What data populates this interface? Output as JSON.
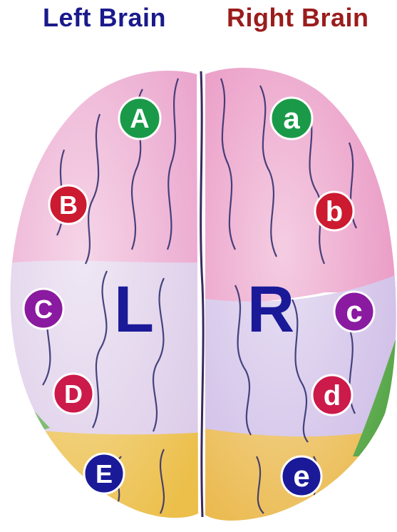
{
  "titles": {
    "left": "Left Brain",
    "right": "Right Brain",
    "left_color": "#1a1a8c",
    "right_color": "#9b1c1c"
  },
  "hemispheres": {
    "left_letter": "L",
    "right_letter": "R",
    "letter_color": "#1a1a99"
  },
  "markers": {
    "A": {
      "label": "A",
      "color": "#1a9a48"
    },
    "B": {
      "label": "B",
      "color": "#cc1a30"
    },
    "C": {
      "label": "C",
      "color": "#8a1aa0"
    },
    "D": {
      "label": "D",
      "color": "#cc1a4a"
    },
    "E": {
      "label": "E",
      "color": "#1a1a99"
    },
    "a": {
      "label": "a",
      "color": "#1a9a48"
    },
    "b": {
      "label": "b",
      "color": "#cc1a30"
    },
    "c": {
      "label": "c",
      "color": "#8a1aa0"
    },
    "d": {
      "label": "d",
      "color": "#cc1a4a"
    },
    "e": {
      "label": "e",
      "color": "#1a1a99"
    }
  },
  "region_colors": {
    "frontal": "#e9a0c8",
    "parietal": "#d9c8ec",
    "occipital": "#e9b84a",
    "temporal_edge": "#5aa84a"
  }
}
